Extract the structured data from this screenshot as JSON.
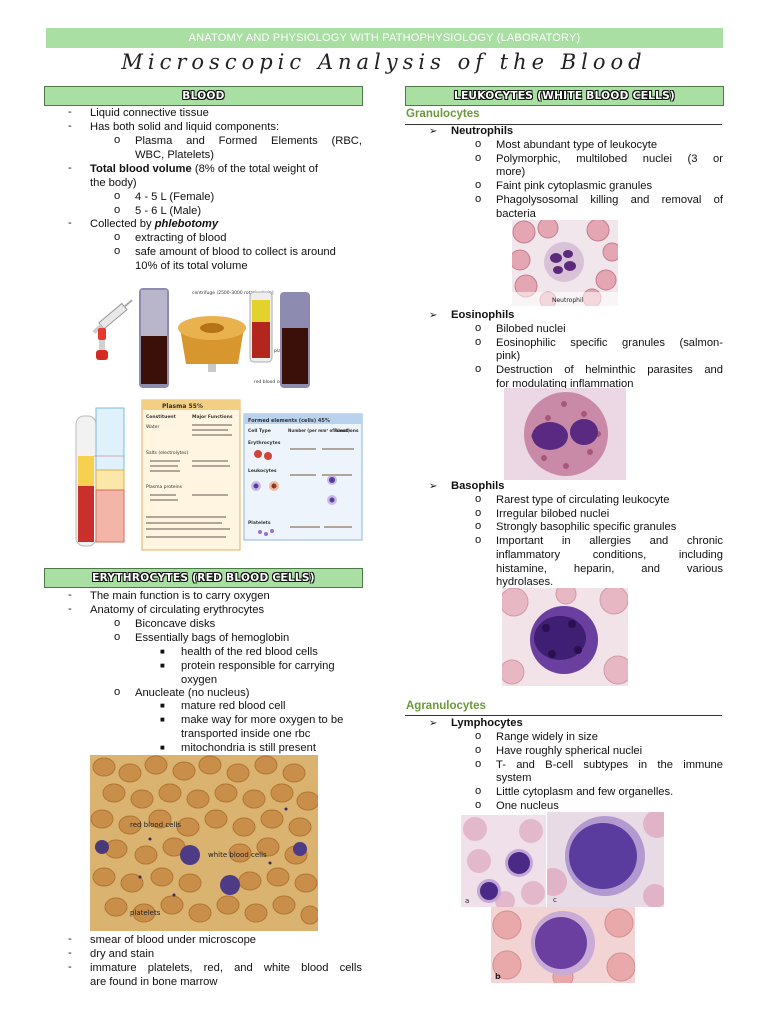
{
  "header": "ANATOMY AND PHYSIOLOGY WITH PATHOPHYSIOLOGY (LABORATORY)",
  "title": "Microscopic Analysis of the Blood",
  "left": {
    "blood_bar": "BLOOD",
    "b1": "Liquid connective tissue",
    "b2": "Has both solid and liquid components:",
    "b2a_l1": "Plasma and Formed Elements (RBC,",
    "b2a_l2": "WBC, Platelets)",
    "b3_bold": "Total blood volume",
    "b3_rest": " (8% of the total weight of",
    "b3_l2": "the body)",
    "b3a": "4 - 5 L (Female)",
    "b3b": "5 - 6 L (Male)",
    "b4_pre": "Collected by ",
    "b4_bold": "phlebotomy",
    "b4a": "extracting of blood",
    "b4b_l1": "safe amount of blood to collect is around",
    "b4b_l2": "10% of its total volume",
    "centrifuge_label": "centrifuge (2500-3000 rotation/min)",
    "plasma_label": "plasma",
    "rbc_label": "red blood cells",
    "plasma55": "Plasma 55%",
    "formed45": "Formed elements (cells) 45%",
    "plasma_col1": "Constituent",
    "plasma_col2": "Major Functions",
    "water": "Water",
    "salts": "Salts (electrolytes)",
    "plasma_proteins": "Plasma proteins",
    "cell_type": "Cell Type",
    "number": "Number (per mm³ of blood)",
    "functions": "Functions",
    "erythrocytes": "Erythrocytes",
    "leukocytes": "Leukocytes",
    "platelets": "Platelets",
    "ery_bar": "ERYTHROCYTES (RED BLOOD CELLS)",
    "e1": "The main function is to carry oxygen",
    "e2": "Anatomy of circulating erythrocytes",
    "e2a": "Biconcave disks",
    "e2b": "Essentially bags of hemoglobin",
    "e2b1": "health of the red blood cells",
    "e2b2_l1": "protein responsible for carrying",
    "e2b2_l2": "oxygen",
    "e2c": "Anucleate (no nucleus)",
    "e2c1": "mature red blood cell",
    "e2c2_l1": "make way for more oxygen to be",
    "e2c2_l2": "transported inside one rbc",
    "e2c3": "mitochondria is still present",
    "smear_rbc": "red blood cells",
    "smear_wbc": "white blood cells",
    "smear_plt": "platelets",
    "s1": "smear of blood under microscope",
    "s2": "dry and stain",
    "s3_l1": "immature platelets, red, and white blood cells",
    "s3_l2": "are found in bone marrow"
  },
  "right": {
    "leuko_bar": "LEUKOCYTES (WHITE BLOOD CELLS)",
    "granulocytes": "Granulocytes",
    "neutrophils": "Neutrophils",
    "n1": "Most abundant type of leukocyte",
    "n2_l1": "Polymorphic, multilobed nuclei (3 or",
    "n2_l2": "more)",
    "n3": "Faint pink cytoplasmic granules",
    "n4_l1": "Phagolysosomal killing and removal of",
    "n4_l2": "bacteria",
    "neutrophil_caption": "Neutrophil",
    "eosinophils": "Eosinophils",
    "eo1": "Bilobed nuclei",
    "eo2_l1": "Eosinophilic specific granules (salmon-",
    "eo2_l2": "pink)",
    "eo3_l1": "Destruction of helminthic parasites and",
    "eo3_l2": "for modulating inflammation",
    "basophils": "Basophils",
    "ba1": "Rarest type of circulating leukocyte",
    "ba2": "Irregular bilobed nuclei",
    "ba3": "Strongly basophilic specific granules",
    "ba4_l1": "Important in allergies and chronic",
    "ba4_l2": "inflammatory conditions, including",
    "ba4_l3": "histamine, heparin, and various",
    "ba4_l4": "hydrolases.",
    "agranulocytes": "Agranulocytes",
    "lymphocytes": "Lymphocytes",
    "ly1": "Range widely in size",
    "ly2": "Have roughly spherical nuclei",
    "ly3_l1": "T- and B-cell subtypes in the immune",
    "ly3_l2": "system",
    "ly4": "Little cytoplasm and few organelles.",
    "ly5": "One nucleus",
    "lbl_a": "a",
    "lbl_b": "b",
    "lbl_c": "c"
  }
}
